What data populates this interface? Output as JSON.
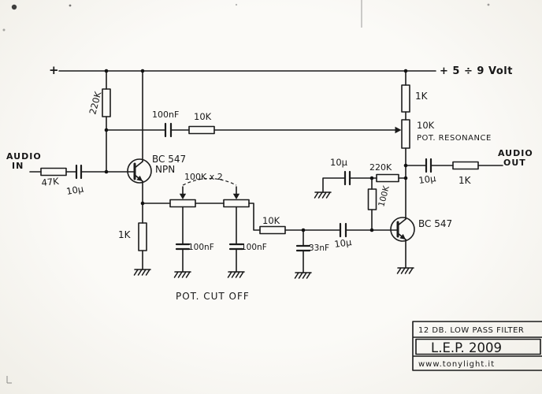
{
  "scan": {
    "paper_color": "#f7f5f0",
    "ink_color": "#1b1b1b"
  },
  "power": {
    "plus": "+",
    "rail": "+ 5 ÷ 9 Volt"
  },
  "io": {
    "in_line1": "AUDIO",
    "in_line2": "IN",
    "out_line1": "AUDIO",
    "out_line2": "OUT"
  },
  "parts": {
    "r220k": "220K",
    "c100nf_fb": "100nF",
    "r10k_fb": "10K",
    "q1_name": "BC 547",
    "q1_type": "NPN",
    "r47k": "47K",
    "c10u_in": "10µ",
    "r1k_emit": "1K",
    "gang": "100K x 2",
    "c100nf_a": "100nF",
    "c100nf_b": "100nF",
    "pot_cutoff": "POT. CUT OFF",
    "r10k_mid": "10K",
    "c33nf": "33nF",
    "c10u_mid": "10µ",
    "c10u_gnd": "10µ",
    "r220k_fb": "220K",
    "r100k_fb": "100K",
    "r1k_top": "1K",
    "pot_res_val": "10K",
    "pot_res_name": "POT. RESONANCE",
    "q2_name": "BC 547",
    "c10u_out": "10µ",
    "r1k_out": "1K"
  },
  "titleblock": {
    "line1": "12 DB. LOW PASS FILTER",
    "line2": "L.E.P. 2009",
    "line3": "www.tonylight.it"
  }
}
